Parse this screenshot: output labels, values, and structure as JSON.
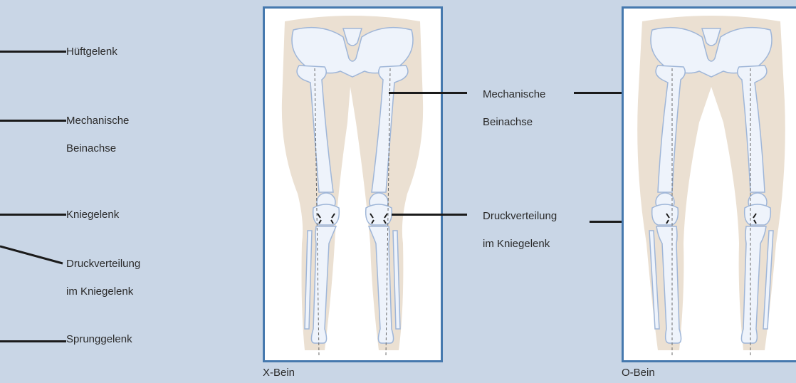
{
  "legend": {
    "hip_joint": "Hüftgelenk",
    "mechanical_axis_l1": "Mechanische",
    "mechanical_axis_l2": "Beinachse",
    "knee_joint": "Kniegelenk",
    "pressure_l1": "Druckverteilung",
    "pressure_l2": "im Kniegelenk",
    "ankle_joint": "Sprunggelenk"
  },
  "x_leg": {
    "caption": "X-Bein",
    "axis_l1": "Mechanische",
    "axis_l2": "Beinachse",
    "pressure_l1": "Druckverteilung",
    "pressure_l2": "im Kniegelenk"
  },
  "o_leg": {
    "caption": "O-Bein"
  },
  "colors": {
    "background": "#c9d6e6",
    "frame": "#4679ae",
    "skin": "#ebe0d2",
    "bone": "#eef3fb",
    "bone_outline": "#9fb6d8",
    "leader": "#1b1b1b"
  }
}
